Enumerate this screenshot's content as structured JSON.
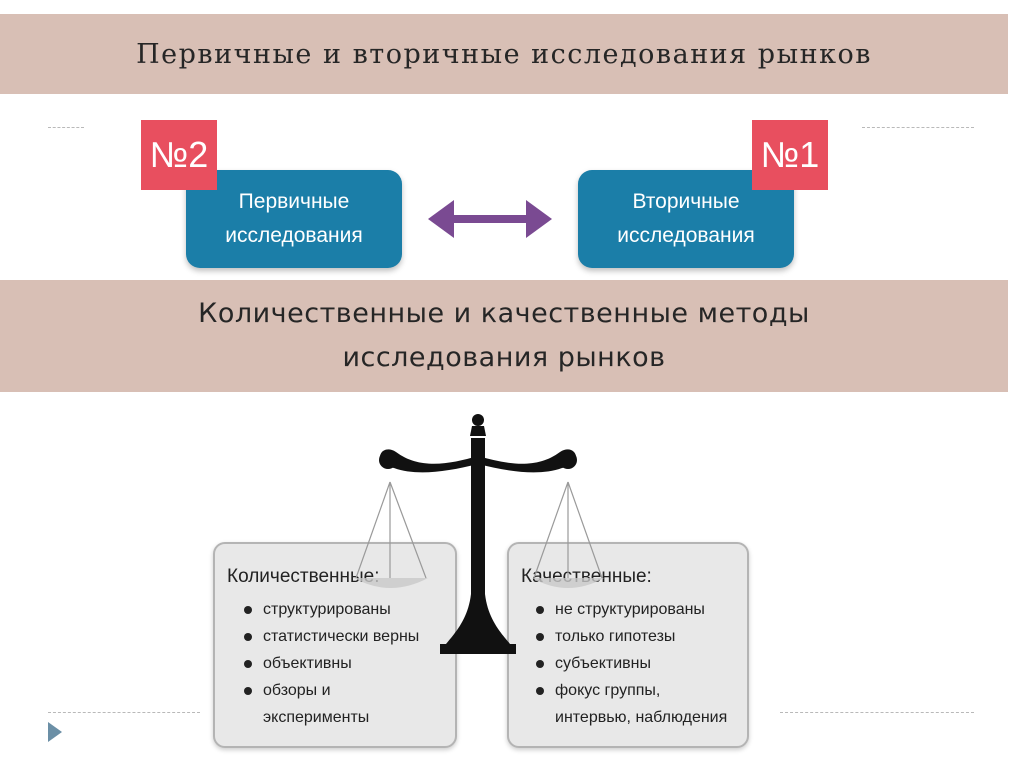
{
  "title": "Первичные и вторичные исследования рынков",
  "left_card": {
    "badge": "№2",
    "line1": "Первичные",
    "line2": "исследования"
  },
  "right_card": {
    "badge": "№1",
    "line1": "Вторичные",
    "line2": "исследования"
  },
  "subtitle": {
    "line1": "Количественные и качественные методы",
    "line2": "исследования рынков"
  },
  "quantitative": {
    "heading": "Количественные:",
    "items": [
      "структурированы",
      "статистически верны",
      "объективны",
      "обзоры и",
      "эксперименты"
    ]
  },
  "qualitative": {
    "heading": "Качественные:",
    "items": [
      "не структурированы",
      "только гипотезы",
      "субъективны",
      "фокус группы,",
      "интервью, наблюдения"
    ]
  },
  "colors": {
    "band": "#d8bfb5",
    "card": "#1b7ea8",
    "badge": "#e84f5f",
    "arrow": "#7a4a92"
  },
  "icons": [
    "double-arrow-icon",
    "scales-icon",
    "next-slide-icon"
  ]
}
